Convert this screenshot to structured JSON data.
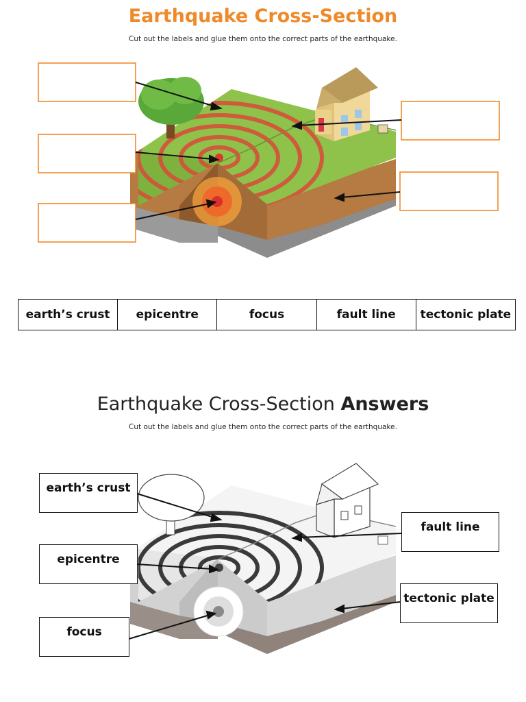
{
  "worksheet": {
    "title": "Earthquake Cross-Section",
    "instructions": "Cut out the labels and glue them onto the correct parts of the earthquake.",
    "labels": [
      "earth’s crust",
      "epicentre",
      "focus",
      "fault line",
      "tectonic plate"
    ]
  },
  "answers": {
    "title_main": "Earthquake Cross-Section",
    "title_bold": "Answers",
    "instructions": "Cut out the labels and glue them onto the correct parts of the earthquake.",
    "earths_crust": "earth’s crust",
    "epicentre": "epicentre",
    "focus": "focus",
    "fault_line": "fault line",
    "tectonic_plate": "tectonic plate"
  },
  "colors": {
    "accent": "#ef8a2a",
    "grass": "#8fc24a",
    "soil": "#b67a43",
    "rings": "#d94a3a"
  }
}
